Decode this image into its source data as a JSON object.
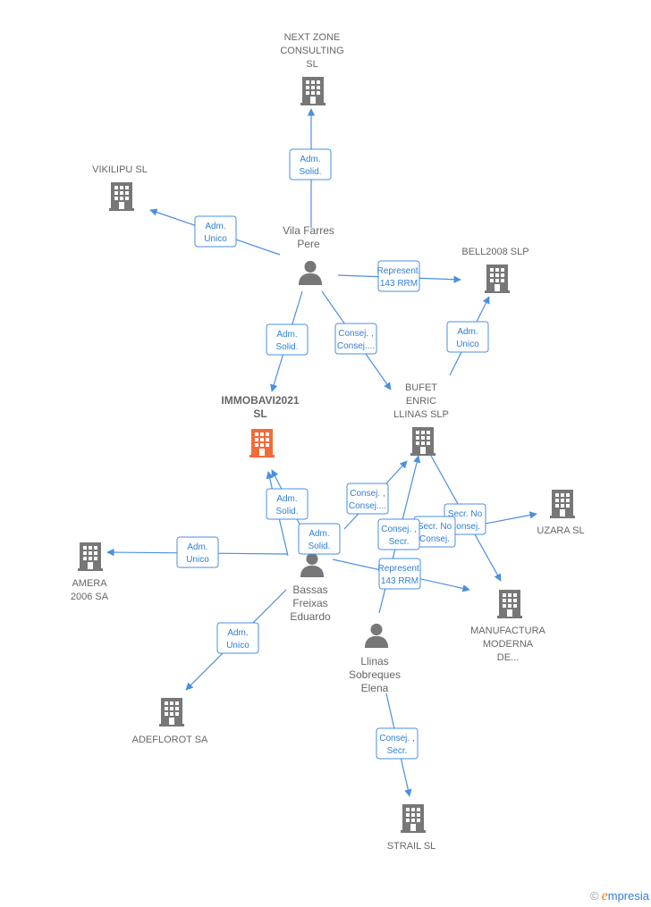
{
  "colors": {
    "edge": "#4a8fe0",
    "role_text": "#2f7fd6",
    "company": "#777777",
    "focus_company": "#f26b3a",
    "person": "#777777",
    "label": "#666666"
  },
  "companies": [
    {
      "id": "nextzone",
      "lines": [
        "NEXT ZONE",
        "CONSULTING",
        "SL"
      ],
      "icon": "building-icon"
    },
    {
      "id": "vikilipu",
      "lines": [
        "VIKILIPU  SL"
      ],
      "icon": "building-icon"
    },
    {
      "id": "bell2008",
      "lines": [
        "BELL2008 SLP"
      ],
      "icon": "building-icon"
    },
    {
      "id": "immobavi",
      "lines": [
        "IMMOBAVI2021",
        "SL"
      ],
      "icon": "building-icon",
      "focus": true
    },
    {
      "id": "bufet",
      "lines": [
        "BUFET",
        "ENRIC",
        "LLINAS  SLP"
      ],
      "icon": "building-icon"
    },
    {
      "id": "uzara",
      "lines": [
        "UZARA SL"
      ],
      "icon": "building-icon"
    },
    {
      "id": "amera",
      "lines": [
        "AMERA",
        "2006 SA"
      ],
      "icon": "building-icon"
    },
    {
      "id": "manufactura",
      "lines": [
        "MANUFACTURA",
        "MODERNA",
        "DE..."
      ],
      "icon": "building-icon"
    },
    {
      "id": "adeflorot",
      "lines": [
        "ADEFLOROT SA"
      ],
      "icon": "building-icon"
    },
    {
      "id": "strail",
      "lines": [
        "STRAIL SL"
      ],
      "icon": "building-icon"
    }
  ],
  "persons": [
    {
      "id": "vila",
      "lines": [
        "Vila Farres",
        "Pere"
      ],
      "icon": "person-icon"
    },
    {
      "id": "bassas",
      "lines": [
        "Bassas",
        "Freixas",
        "Eduardo"
      ],
      "icon": "person-icon"
    },
    {
      "id": "llinas",
      "lines": [
        "Llinas",
        "Sobreques",
        "Elena"
      ],
      "icon": "person-icon"
    }
  ],
  "relations": [
    {
      "id": "r1",
      "lines": [
        "Adm.",
        "Solid."
      ]
    },
    {
      "id": "r2",
      "lines": [
        "Adm.",
        "Unico"
      ]
    },
    {
      "id": "r3",
      "lines": [
        "Represent.",
        "143 RRM"
      ]
    },
    {
      "id": "r4",
      "lines": [
        "Adm.",
        "Solid."
      ]
    },
    {
      "id": "r5",
      "lines": [
        "Consej. ,",
        "Consej...."
      ]
    },
    {
      "id": "r6",
      "lines": [
        "Adm.",
        "Unico"
      ]
    },
    {
      "id": "r7",
      "lines": [
        "Adm.",
        "Solid."
      ]
    },
    {
      "id": "r8",
      "lines": [
        "Consej. ,",
        "Consej...."
      ]
    },
    {
      "id": "r9",
      "lines": [
        "Adm.",
        "Solid."
      ]
    },
    {
      "id": "r10",
      "lines": [
        "Secr.  No",
        "Consej."
      ]
    },
    {
      "id": "r11",
      "lines": [
        "Secr.  No",
        "Consej."
      ]
    },
    {
      "id": "r12",
      "lines": [
        "Consej. ,",
        "Secr."
      ]
    },
    {
      "id": "r13",
      "lines": [
        "Adm.",
        "Unico"
      ]
    },
    {
      "id": "r14",
      "lines": [
        "Represent.",
        "143 RRM"
      ]
    },
    {
      "id": "r15",
      "lines": [
        "Adm.",
        "Unico"
      ]
    },
    {
      "id": "r16",
      "lines": [
        "Consej. ,",
        "Secr."
      ]
    }
  ],
  "watermark": {
    "copyright": "©",
    "brand_initial": "e",
    "brand_rest": "mpresia"
  }
}
